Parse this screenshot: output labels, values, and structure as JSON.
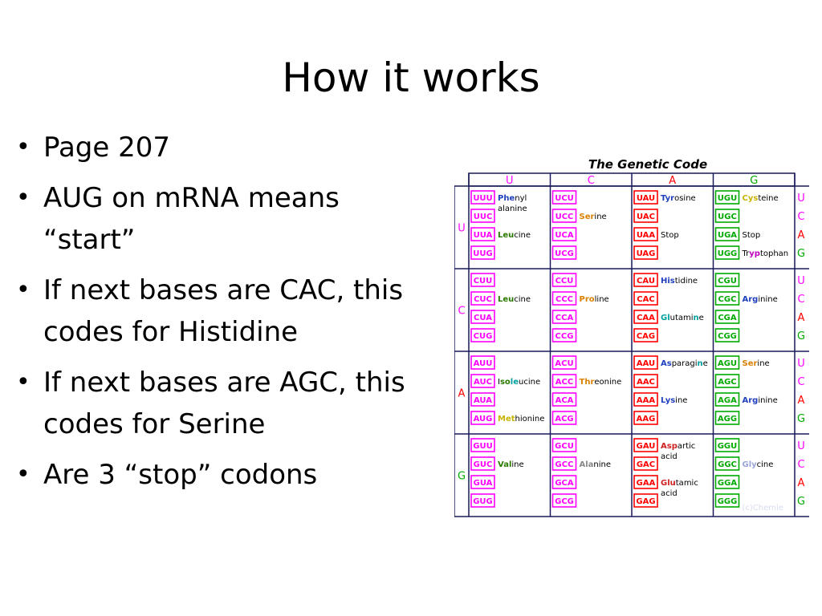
{
  "slide": {
    "title": "How it works",
    "bullets": [
      "Page 207",
      "AUG on mRNA means “start”",
      "If next bases are CAC, this codes for Histidine",
      "If next bases are AGC, this codes for Serine",
      "Are 3 “stop” codons"
    ]
  },
  "genetic_code": {
    "title": "The Genetic Code",
    "bases": [
      "U",
      "C",
      "A",
      "G"
    ],
    "base_colors": {
      "U": "#ff00ff",
      "C": "#ff00ff",
      "A": "#ff0000",
      "G": "#00aa00"
    },
    "watermark": "(c)Chemie",
    "blocks": [
      {
        "codons": [
          "UUU",
          "UUC",
          "UUA",
          "UUG",
          "UCU",
          "UCC",
          "UCA",
          "UCG",
          "UAU",
          "UAC",
          "UAA",
          "UAG",
          "UGU",
          "UGC",
          "UGA",
          "UGG"
        ]
      },
      {
        "codons": [
          "CUU",
          "CUC",
          "CUA",
          "CUG",
          "CCU",
          "CCC",
          "CCA",
          "CCG",
          "CAU",
          "CAC",
          "CAA",
          "CAG",
          "CGU",
          "CGC",
          "CGA",
          "CGG"
        ]
      },
      {
        "codons": [
          "AUU",
          "AUC",
          "AUA",
          "AUG",
          "ACU",
          "ACC",
          "ACA",
          "ACG",
          "AAU",
          "AAC",
          "AAA",
          "AAG",
          "AGU",
          "AGC",
          "AGA",
          "AGG"
        ]
      },
      {
        "codons": [
          "GUU",
          "GUC",
          "GUA",
          "GUG",
          "GCU",
          "GCC",
          "GCA",
          "GCG",
          "GAU",
          "GAC",
          "GAA",
          "GAG",
          "GGU",
          "GGC",
          "GGA",
          "GGG"
        ]
      }
    ],
    "amino_acids": [
      {
        "cell": [
          0,
          0
        ],
        "row": 0,
        "parts": [
          [
            "Phe",
            "#1f3fbf"
          ],
          [
            "nyl",
            "#000"
          ]
        ],
        "line2": "alanine"
      },
      {
        "cell": [
          0,
          0
        ],
        "row": 2,
        "parts": [
          [
            "Leu",
            "#2a7a00"
          ],
          [
            "cine",
            "#000"
          ]
        ]
      },
      {
        "cell": [
          0,
          1
        ],
        "row": 1,
        "parts": [
          [
            "Ser",
            "#d98000"
          ],
          [
            "ine",
            "#000"
          ]
        ]
      },
      {
        "cell": [
          0,
          2
        ],
        "row": 0,
        "parts": [
          [
            "Tyr",
            "#1f3fbf"
          ],
          [
            "osine",
            "#000"
          ]
        ]
      },
      {
        "cell": [
          0,
          2
        ],
        "row": 2,
        "parts": [
          [
            "Stop",
            "#000"
          ]
        ]
      },
      {
        "cell": [
          0,
          3
        ],
        "row": 0,
        "parts": [
          [
            "Cys",
            "#c8b400"
          ],
          [
            "teine",
            "#000"
          ]
        ]
      },
      {
        "cell": [
          0,
          3
        ],
        "row": 2,
        "parts": [
          [
            "Stop",
            "#000"
          ]
        ]
      },
      {
        "cell": [
          0,
          3
        ],
        "row": 3,
        "parts": [
          [
            "Tr",
            "#000"
          ],
          [
            "yp",
            "#c000c0"
          ],
          [
            "tophan",
            "#000"
          ]
        ]
      },
      {
        "cell": [
          1,
          0
        ],
        "row": 1,
        "parts": [
          [
            "Leu",
            "#2a7a00"
          ],
          [
            "cine",
            "#000"
          ]
        ]
      },
      {
        "cell": [
          1,
          1
        ],
        "row": 1,
        "parts": [
          [
            "Pro",
            "#d98000"
          ],
          [
            "line",
            "#000"
          ]
        ]
      },
      {
        "cell": [
          1,
          2
        ],
        "row": 0,
        "parts": [
          [
            "His",
            "#1f3fbf"
          ],
          [
            "tidine",
            "#000"
          ]
        ]
      },
      {
        "cell": [
          1,
          2
        ],
        "row": 2,
        "parts": [
          [
            "Gl",
            "#00a0a0"
          ],
          [
            "utami",
            "#000"
          ],
          [
            "n",
            "#00a0a0"
          ],
          [
            "e",
            "#000"
          ]
        ]
      },
      {
        "cell": [
          1,
          3
        ],
        "row": 1,
        "parts": [
          [
            "Arg",
            "#1f3fbf"
          ],
          [
            "inine",
            "#000"
          ]
        ]
      },
      {
        "cell": [
          2,
          0
        ],
        "row": 1,
        "parts": [
          [
            "I",
            "#000"
          ],
          [
            "so",
            "#2a7a00"
          ],
          [
            "le",
            "#00a0a0"
          ],
          [
            "ucine",
            "#000"
          ]
        ]
      },
      {
        "cell": [
          2,
          0
        ],
        "row": 3,
        "parts": [
          [
            "Met",
            "#c8b400"
          ],
          [
            "hionine",
            "#000"
          ]
        ]
      },
      {
        "cell": [
          2,
          1
        ],
        "row": 1,
        "parts": [
          [
            "Thr",
            "#d98000"
          ],
          [
            "eonine",
            "#000"
          ]
        ]
      },
      {
        "cell": [
          2,
          2
        ],
        "row": 0,
        "parts": [
          [
            "As",
            "#1f3fbf"
          ],
          [
            "paragi",
            "#000"
          ],
          [
            "n",
            "#00a0a0"
          ],
          [
            "e",
            "#000"
          ]
        ]
      },
      {
        "cell": [
          2,
          2
        ],
        "row": 2,
        "parts": [
          [
            "Lys",
            "#1f3fbf"
          ],
          [
            "ine",
            "#000"
          ]
        ]
      },
      {
        "cell": [
          2,
          3
        ],
        "row": 0,
        "parts": [
          [
            "Ser",
            "#d98000"
          ],
          [
            "ine",
            "#000"
          ]
        ]
      },
      {
        "cell": [
          2,
          3
        ],
        "row": 2,
        "parts": [
          [
            "Arg",
            "#1f3fbf"
          ],
          [
            "inine",
            "#000"
          ]
        ]
      },
      {
        "cell": [
          3,
          0
        ],
        "row": 1,
        "parts": [
          [
            "Val",
            "#2a7a00"
          ],
          [
            "ine",
            "#000"
          ]
        ]
      },
      {
        "cell": [
          3,
          1
        ],
        "row": 1,
        "parts": [
          [
            "Ala",
            "#888888"
          ],
          [
            "nine",
            "#000"
          ]
        ]
      },
      {
        "cell": [
          3,
          2
        ],
        "row": 0,
        "parts": [
          [
            "Asp",
            "#d02020"
          ],
          [
            "artic",
            "#000"
          ]
        ],
        "line2": "acid"
      },
      {
        "cell": [
          3,
          2
        ],
        "row": 2,
        "parts": [
          [
            "Glu",
            "#d02020"
          ],
          [
            "tamic",
            "#000"
          ]
        ],
        "line2": "acid"
      },
      {
        "cell": [
          3,
          3
        ],
        "row": 1,
        "parts": [
          [
            "Gly",
            "#9aa4d6"
          ],
          [
            "cine",
            "#000"
          ]
        ]
      }
    ]
  }
}
